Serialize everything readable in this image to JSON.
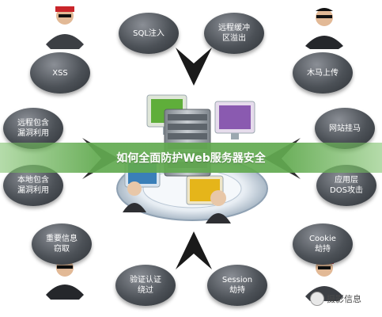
{
  "title": "如何全面防护Web服务器安全",
  "threats": [
    {
      "id": "sql-injection",
      "label": "SQL注入"
    },
    {
      "id": "remote-buffer-overflow",
      "label": "远程缓冲\n区溢出"
    },
    {
      "id": "xss",
      "label": "XSS"
    },
    {
      "id": "trojan-upload",
      "label": "木马上传"
    },
    {
      "id": "remote-include-exploit",
      "label": "远程包含\n漏洞利用"
    },
    {
      "id": "website-trojan",
      "label": "网站挂马"
    },
    {
      "id": "local-include-exploit",
      "label": "本地包含\n漏洞利用"
    },
    {
      "id": "app-layer-dos",
      "label": "应用层\nDOS攻击"
    },
    {
      "id": "sensitive-info-theft",
      "label": "重要信息\n窃取"
    },
    {
      "id": "cookie-hijack",
      "label": "Cookie\n劫持"
    },
    {
      "id": "auth-bypass",
      "label": "验证认证\n绕过"
    },
    {
      "id": "session-hijack",
      "label": "Session\n劫持"
    }
  ],
  "watermark": "摄影信息",
  "colors": {
    "bubble": "#4c5157",
    "banner": "#62aa50",
    "arrow": "#1a1a1a",
    "monitor_green": "#5fae3a",
    "monitor_purple": "#8a5ab0",
    "monitor_yellow": "#e5b51a",
    "monitor_blue": "#3a7fb8",
    "server": "#9aa0a6"
  },
  "icons": [
    "hacker-bandana-icon",
    "hacker-sunglasses-icon",
    "server-rack-icon",
    "monitor-icon",
    "businessman-icon",
    "chevron-arrow-icon"
  ]
}
